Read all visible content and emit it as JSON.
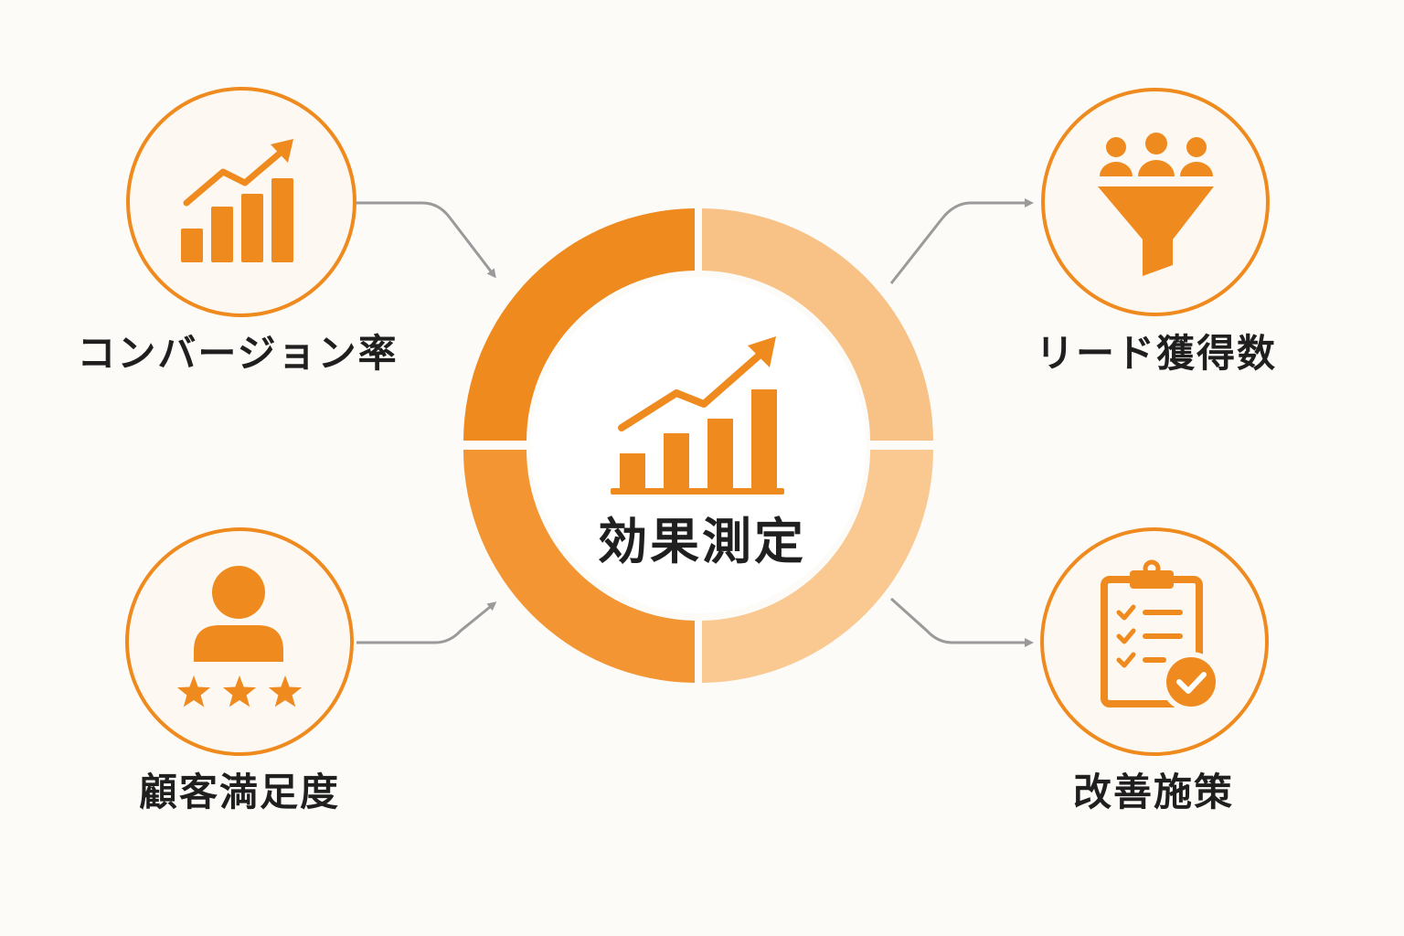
{
  "center": {
    "label": "効果測定",
    "icon": "bar-chart-rising-icon"
  },
  "nodes": {
    "conversion": {
      "label": "コンバージョン率",
      "icon": "bar-chart-trend-icon"
    },
    "leads": {
      "label": "リード獲得数",
      "icon": "funnel-people-icon"
    },
    "satisfaction": {
      "label": "顧客満足度",
      "icon": "user-stars-icon"
    },
    "improvement": {
      "label": "改善施策",
      "icon": "clipboard-check-icon"
    }
  },
  "colors": {
    "background": "#fcfbf8",
    "accent": "#ef8a1f",
    "accent_mid": "#f4a24a",
    "accent_light": "#f8c286",
    "accent_lighter": "#fac991",
    "circle_fill": "#fdf8f1",
    "arrow": "#9a9a9a",
    "text": "#1f1f1f"
  }
}
